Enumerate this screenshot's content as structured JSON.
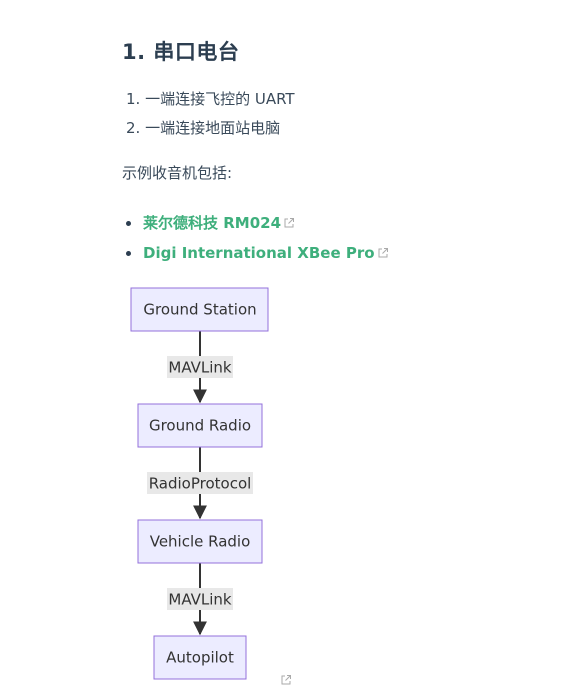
{
  "heading": "1. 串口电台",
  "steps": [
    "1. 一端连接飞控的 UART",
    "2. 一端连接地面站电脑"
  ],
  "examples_label": "示例收音机包括:",
  "links": [
    "莱尔德科技 RM024",
    "Digi International XBee Pro"
  ],
  "flowchart": {
    "nodes": [
      "Ground Station",
      "Ground Radio",
      "Vehicle Radio",
      "Autopilot"
    ],
    "edges": [
      "MAVLink",
      "RadioProtocol",
      "MAVLink"
    ]
  },
  "icons": {
    "external_link": "external-link-icon"
  },
  "colors": {
    "link": "#3eaf7c",
    "text": "#2c3e50",
    "node_fill": "#ececff",
    "node_stroke": "#9370db",
    "edge_label_bg": "#e8e8e8"
  }
}
